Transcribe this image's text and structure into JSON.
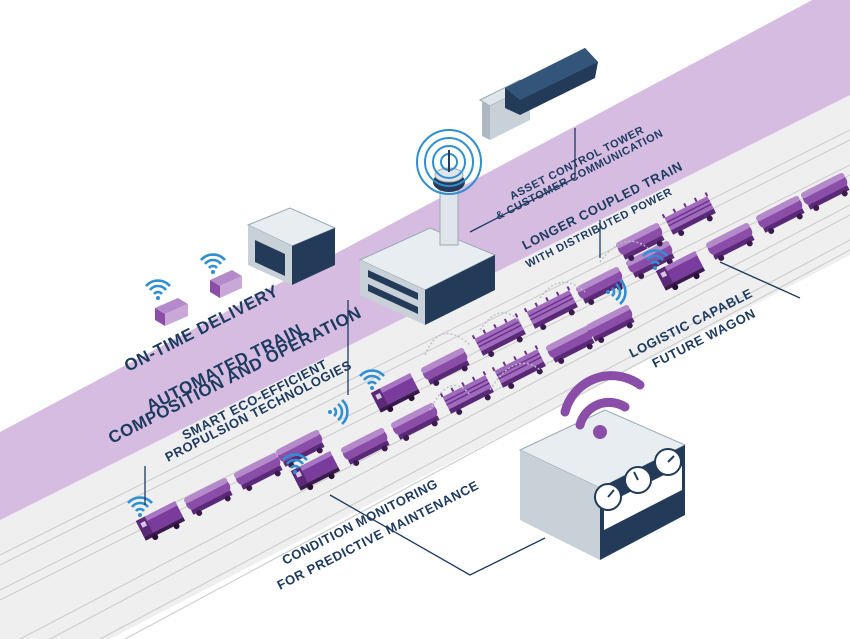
{
  "colors": {
    "band": "#c9a7d6",
    "track_bed": "#eeeeee",
    "rail": "#c4c4c4",
    "wagon": "#8a4ea8",
    "wagon_dark": "#6a2f8a",
    "wagon_light": "#b58acb",
    "wifi": "#2f8fd0",
    "building_light": "#dfe5ea",
    "building_dark": "#233b58",
    "label_text": "#1d3a5f",
    "connector": "#1d3a5f"
  },
  "labels": {
    "on_time_delivery": "ON-TIME DELIVERY",
    "automated_train_line1": "AUTOMATED TRAIN",
    "automated_train_line2": "COMPOSITION AND OPERATION",
    "smart_line1": "SMART ECO-EFFICIENT",
    "smart_line2": "PROPULSION TECHNOLOGIES",
    "asset_line1": "ASSET CONTROL TOWER",
    "asset_line2": "& CUSTOMER COMMUNICATION",
    "longer_line1": "LONGER COUPLED TRAIN",
    "longer_line2": "WITH DISTRIBUTED POWER",
    "logistic_line1": "LOGISTIC CAPABLE",
    "logistic_line2": "FUTURE WAGON",
    "condition_line1": "CONDITION MONITORING",
    "condition_line2": "FOR PREDICTIVE MAINTENANCE"
  },
  "icons": [
    "wifi-signal-icon",
    "delivery-truck-icon",
    "control-tower-icon",
    "cargo-ship-icon",
    "gauge-icon",
    "locomotive-icon",
    "tank-wagon-icon",
    "flat-wagon-icon"
  ]
}
